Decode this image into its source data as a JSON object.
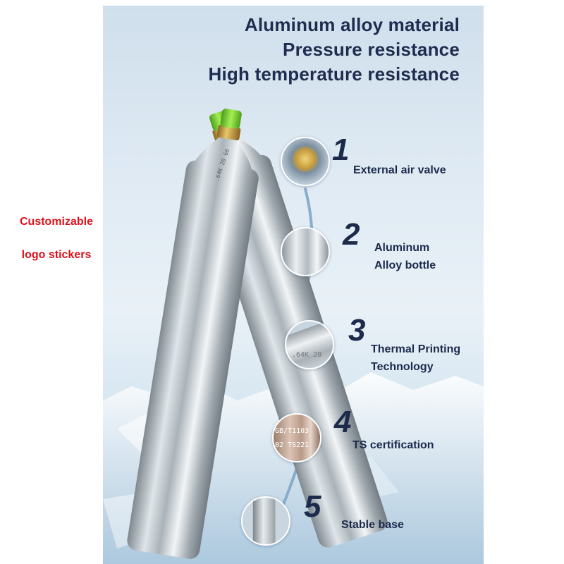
{
  "side_caption": {
    "line1": "Customizable",
    "line2": "logo stickers"
  },
  "headlines": [
    "Aluminum alloy material",
    "Pressure resistance",
    "High temperature resistance"
  ],
  "features": [
    {
      "number": "1",
      "lines": [
        "External air valve"
      ],
      "icon": "brass-valve-icon"
    },
    {
      "number": "2",
      "lines": [
        "Aluminum",
        "Alloy bottle"
      ],
      "icon": "aluminum-surface-icon"
    },
    {
      "number": "3",
      "lines": [
        "Thermal Printing",
        "Technology"
      ],
      "icon": "printed-shoulder-icon"
    },
    {
      "number": "4",
      "lines": [
        "TS certification"
      ],
      "icon": "certification-stamp-icon"
    },
    {
      "number": "5",
      "lines": [
        "Stable base"
      ],
      "icon": "bottle-base-icon"
    }
  ],
  "cert_stamp": {
    "line1": "GB/T1103",
    "line2": "02  TS221"
  },
  "colors": {
    "headline": "#1f2c4f",
    "caption_red": "#e0101a",
    "valve_cap_green": "#7ed321",
    "brass": "#c9a24a",
    "aluminum": "#b8c1c8"
  }
}
